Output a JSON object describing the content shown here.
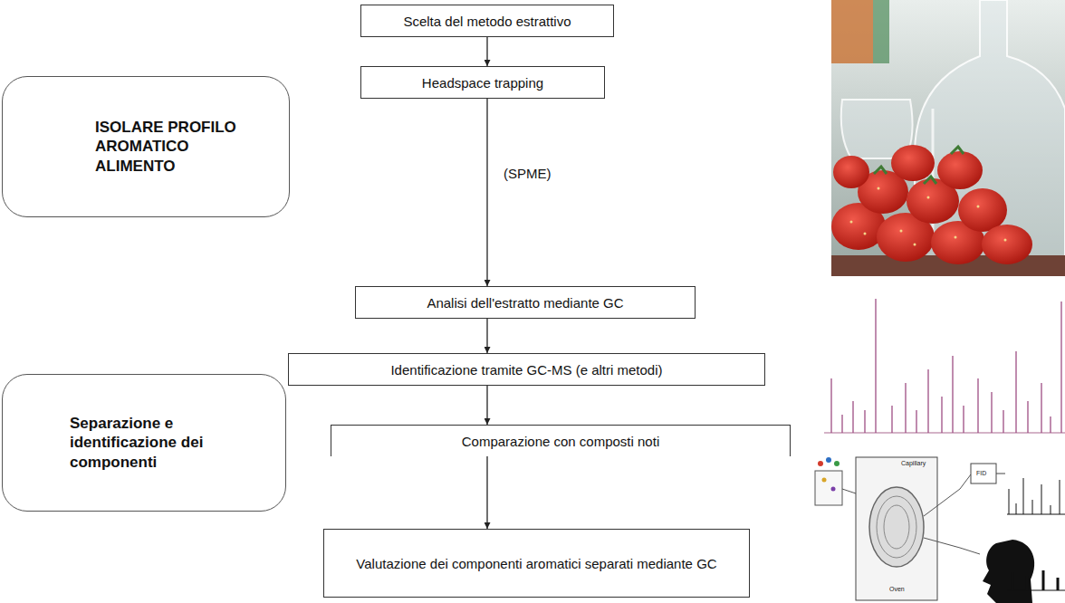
{
  "diagram": {
    "nodes": [
      {
        "text": [
          "Scelta del metodo estrattivo"
        ]
      },
      {
        "text": [
          "Headspace trapping"
        ]
      },
      {
        "text": [
          "Analisi dell'estratto mediante GC"
        ]
      },
      {
        "text": [
          "Identificazione tramite GC-MS (e altri metodi)"
        ]
      },
      {
        "text": [
          "Comparazione con composti noti"
        ]
      },
      {
        "text": [
          "Valutazione dei componenti aromatici separati mediante GC"
        ]
      },
      {
        "text": [
          "ISOLARE PROFILO AROMATICO ALIMENTO"
        ]
      },
      {
        "text": [
          "Separazione e identificazione dei componenti"
        ]
      }
    ],
    "edges": [
      {
        "from": 0,
        "to": 1,
        "arrow": "to"
      },
      {
        "from": 1,
        "to": 2,
        "label": "(SPME)",
        "arrow": "to"
      },
      {
        "from": 2,
        "to": 3,
        "arrow": "to"
      },
      {
        "from": 3,
        "to": 4,
        "arrow": "to"
      },
      {
        "from": 4,
        "to": 5,
        "arrow": "to"
      }
    ],
    "labels": [
      "Capillary",
      "FID",
      "Oven"
    ]
  }
}
